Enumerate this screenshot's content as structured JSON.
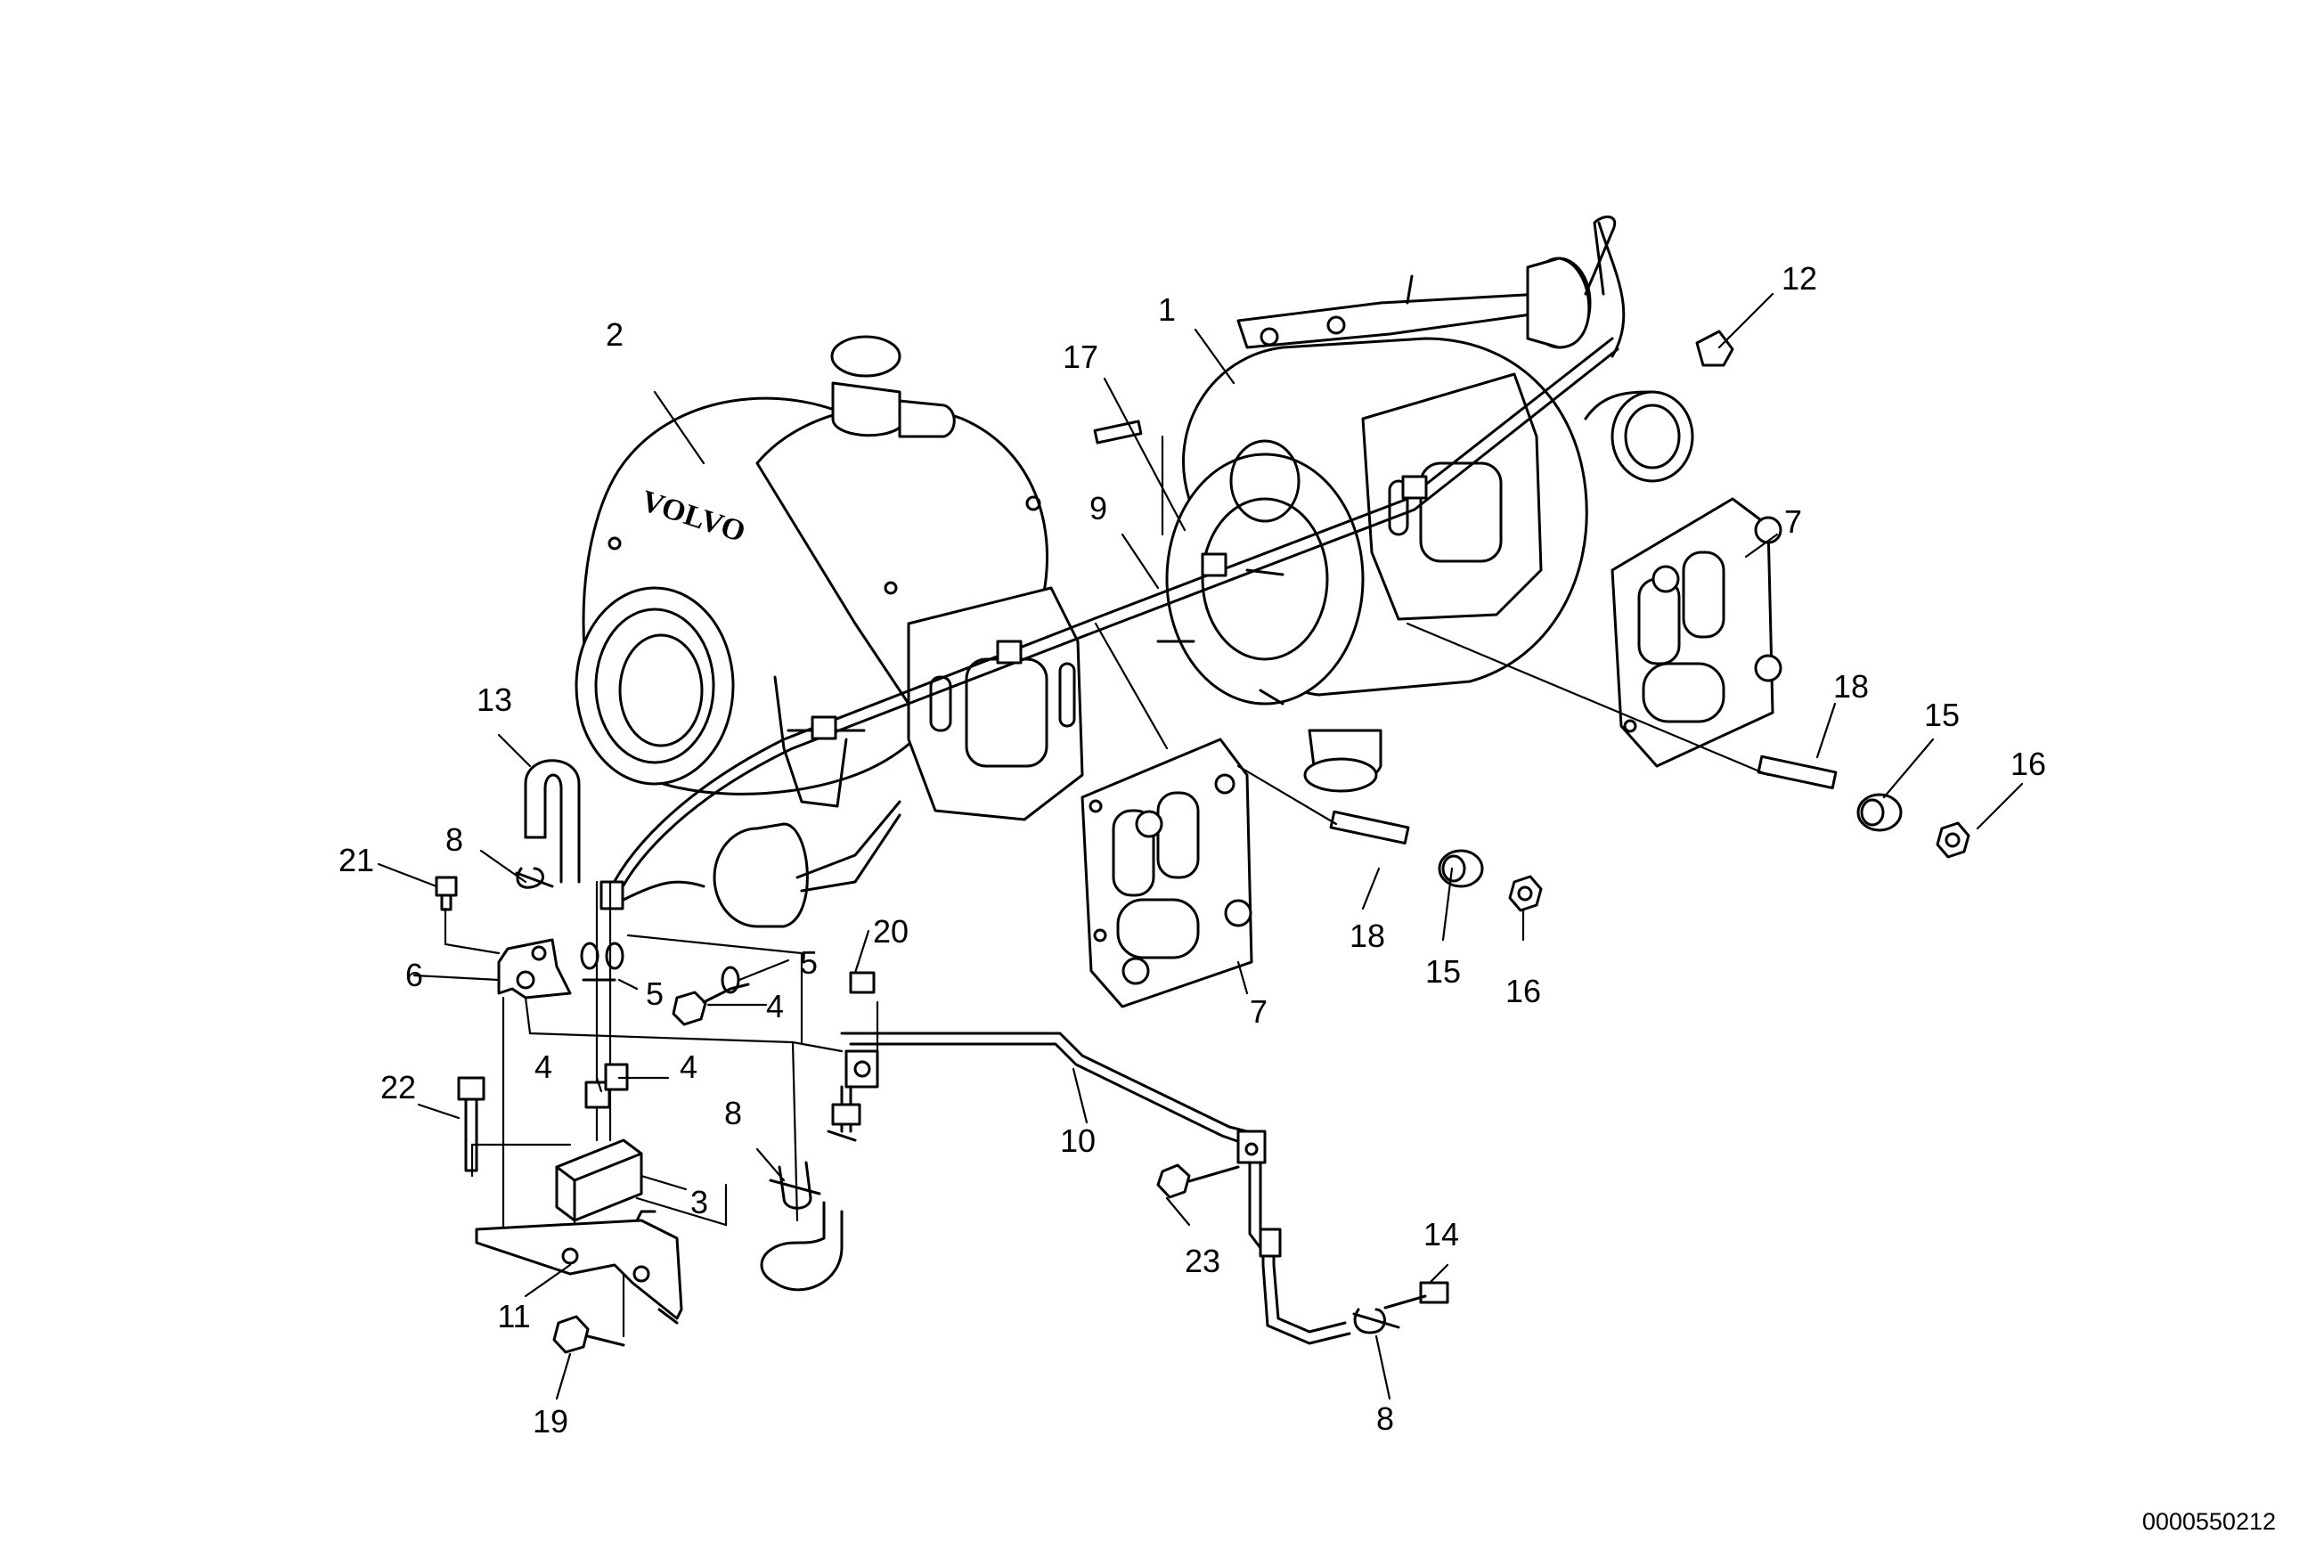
{
  "diagram": {
    "brand_text": "VOLVO",
    "document_code": "0000550212",
    "callouts": [
      {
        "id": "c1",
        "text": "1"
      },
      {
        "id": "c2",
        "text": "2"
      },
      {
        "id": "c3",
        "text": "3"
      },
      {
        "id": "c4a",
        "text": "4"
      },
      {
        "id": "c4b",
        "text": "4"
      },
      {
        "id": "c4c",
        "text": "4"
      },
      {
        "id": "c5a",
        "text": "5"
      },
      {
        "id": "c5b",
        "text": "5"
      },
      {
        "id": "c6",
        "text": "6"
      },
      {
        "id": "c7a",
        "text": "7"
      },
      {
        "id": "c7b",
        "text": "7"
      },
      {
        "id": "c8a",
        "text": "8"
      },
      {
        "id": "c8b",
        "text": "8"
      },
      {
        "id": "c8c",
        "text": "8"
      },
      {
        "id": "c9",
        "text": "9"
      },
      {
        "id": "c10",
        "text": "10"
      },
      {
        "id": "c11",
        "text": "11"
      },
      {
        "id": "c12",
        "text": "12"
      },
      {
        "id": "c13",
        "text": "13"
      },
      {
        "id": "c14",
        "text": "14"
      },
      {
        "id": "c15a",
        "text": "15"
      },
      {
        "id": "c15b",
        "text": "15"
      },
      {
        "id": "c16a",
        "text": "16"
      },
      {
        "id": "c16b",
        "text": "16"
      },
      {
        "id": "c17",
        "text": "17"
      },
      {
        "id": "c18a",
        "text": "18"
      },
      {
        "id": "c18b",
        "text": "18"
      },
      {
        "id": "c19",
        "text": "19"
      },
      {
        "id": "c20",
        "text": "20"
      },
      {
        "id": "c21",
        "text": "21"
      },
      {
        "id": "c22",
        "text": "22"
      },
      {
        "id": "c23",
        "text": "23"
      }
    ]
  }
}
